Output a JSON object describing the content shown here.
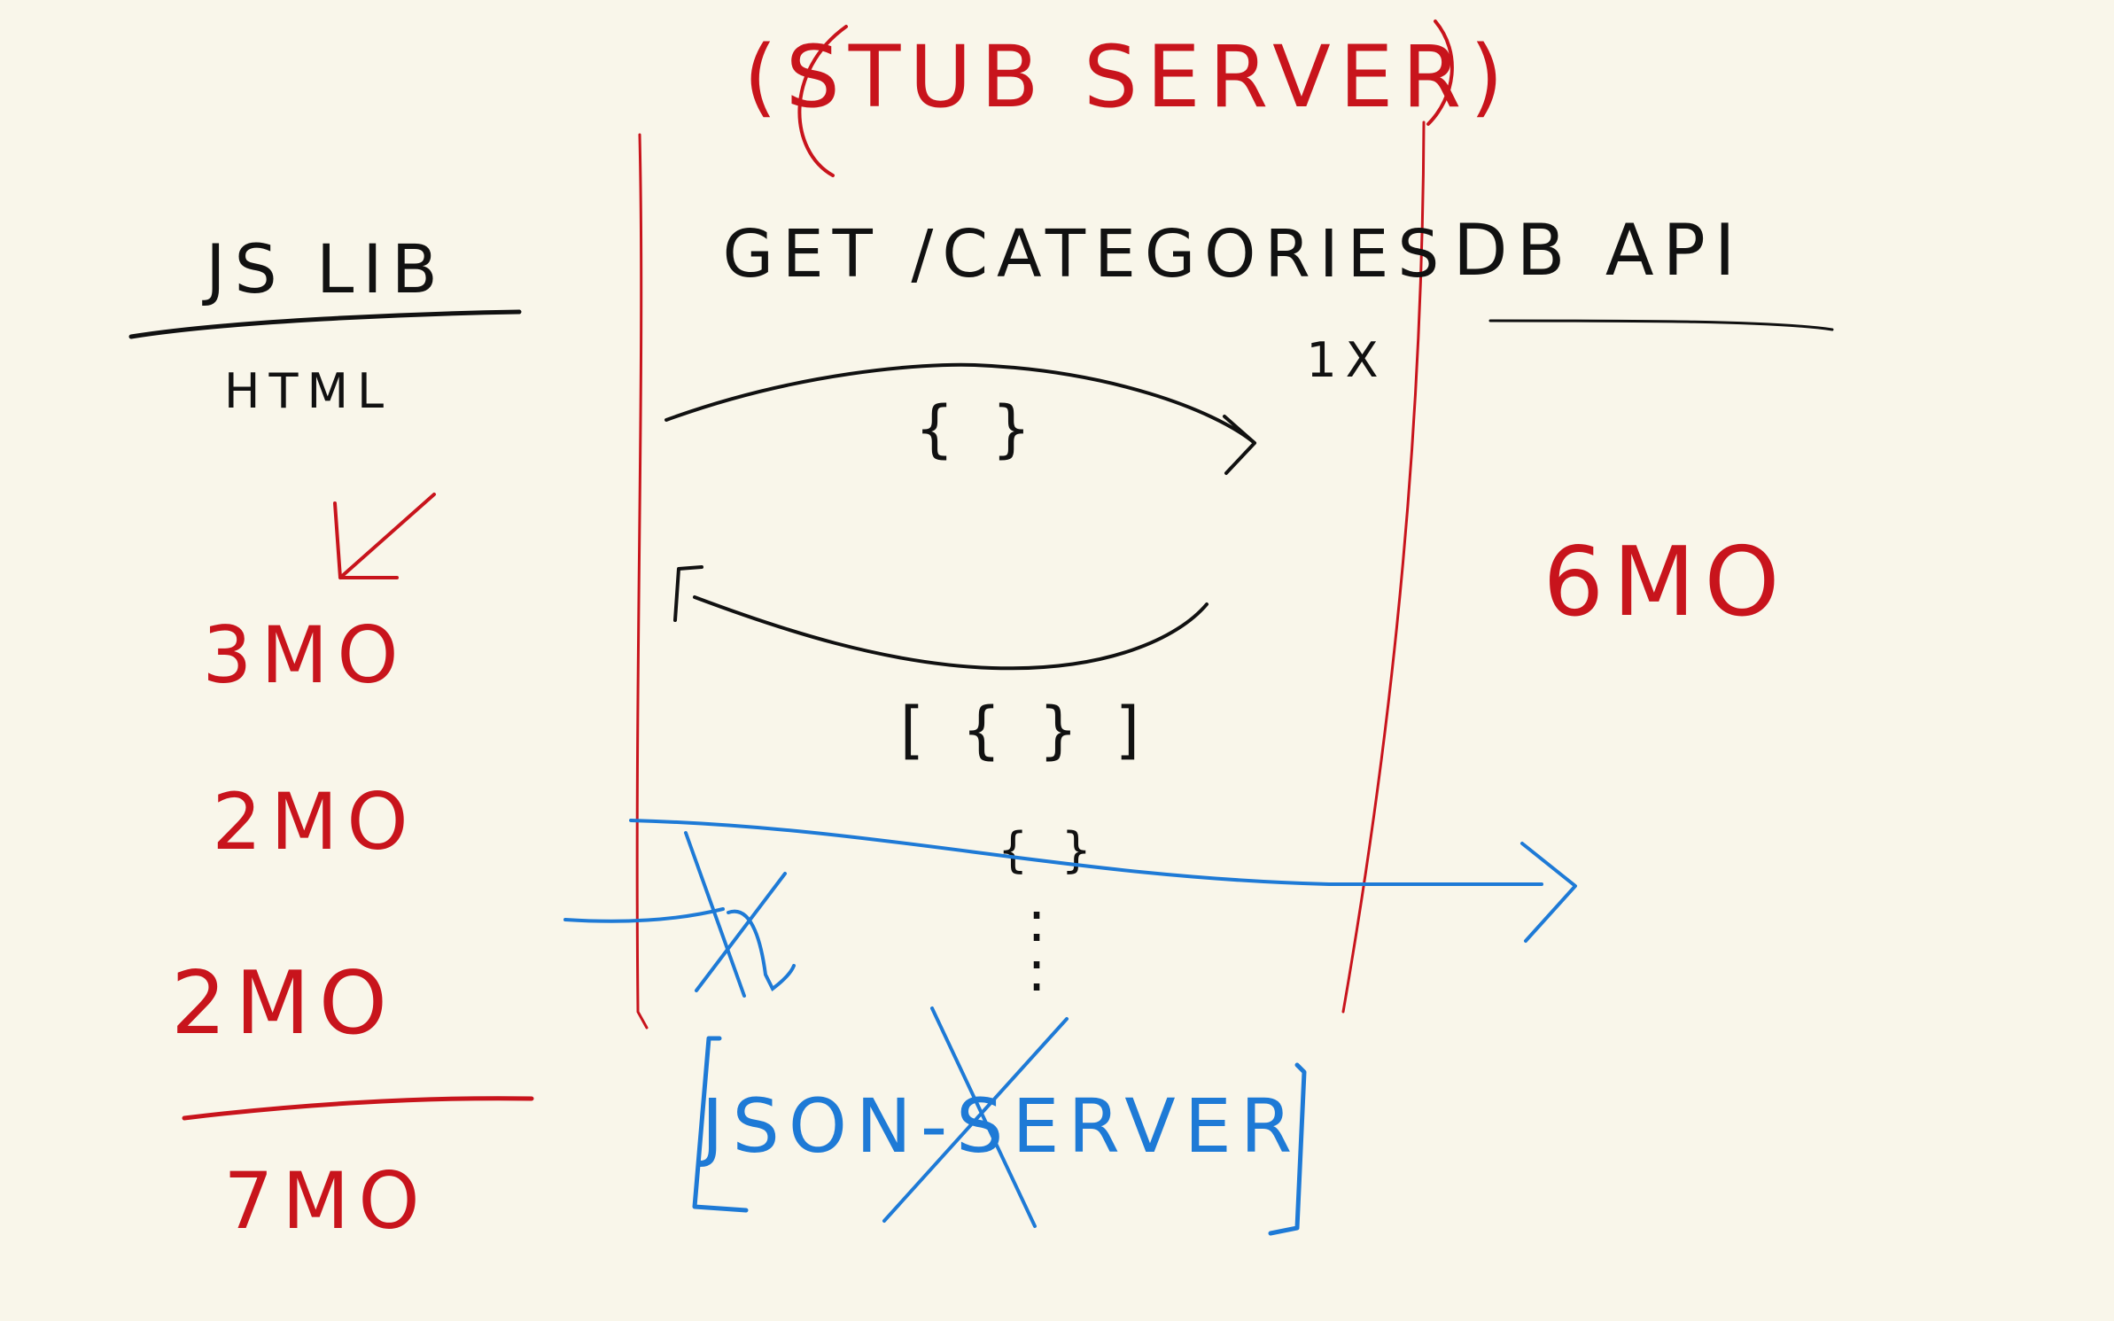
{
  "colors": {
    "background": "#f9f6ea",
    "ink": "#111111",
    "red": "#c8141c",
    "blue": "#1e7ad6"
  },
  "labels": {
    "stub_server": "(STUB SERVER)",
    "js_lib": "JS LIB",
    "html": "HTML",
    "get_categories": "GET /CATEGORIES",
    "one_x": "1X",
    "db_api": "DB API",
    "request_body": "{ }",
    "response_body": "[ { } ]",
    "item_body": "{ }",
    "ellipsis": ":",
    "json_server": "JSON-SERVER",
    "estimate_db": "6MO",
    "estimate_1": "3MO",
    "estimate_2": "2MO",
    "estimate_3": "2MO",
    "estimate_total": "7MO"
  }
}
